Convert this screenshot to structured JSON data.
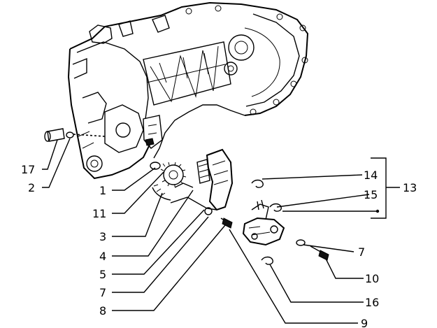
{
  "diagram": {
    "callouts": [
      {
        "id": "17",
        "text": "17"
      },
      {
        "id": "2",
        "text": "2"
      },
      {
        "id": "1",
        "text": "1"
      },
      {
        "id": "11",
        "text": "11"
      },
      {
        "id": "3",
        "text": "3"
      },
      {
        "id": "4",
        "text": "4"
      },
      {
        "id": "5",
        "text": "5"
      },
      {
        "id": "7a",
        "text": "7"
      },
      {
        "id": "8",
        "text": "8"
      },
      {
        "id": "14",
        "text": "14"
      },
      {
        "id": "15",
        "text": "15"
      },
      {
        "id": "13",
        "text": "13"
      },
      {
        "id": "7b",
        "text": "7"
      },
      {
        "id": "10",
        "text": "10"
      },
      {
        "id": "16",
        "text": "16"
      },
      {
        "id": "9",
        "text": "9"
      }
    ]
  }
}
